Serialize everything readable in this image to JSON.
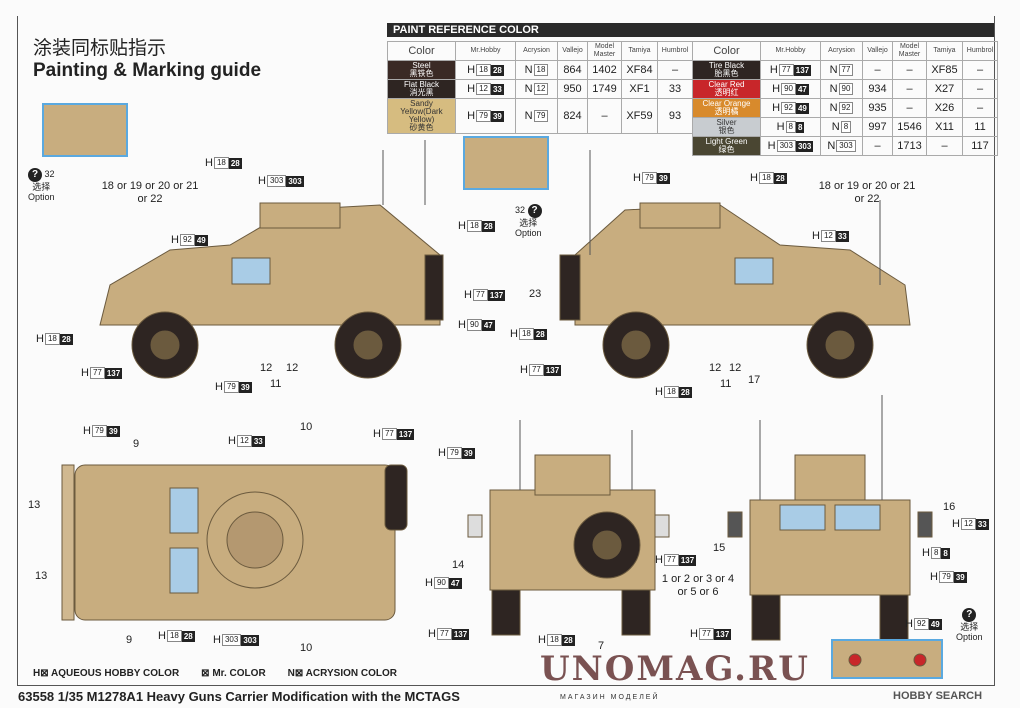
{
  "header": {
    "title_cn": "涂装同标贴指示",
    "title_en": "Painting & Marking guide"
  },
  "paint_table": {
    "title": "PAINT REFERENCE COLOR",
    "columns": [
      "Color",
      "Mr.Hobby",
      "Acrysion",
      "Vallejo",
      "Model Master",
      "Tamiya",
      "Humbrol"
    ],
    "left_rows": [
      {
        "name": "Steel",
        "cn": "黑铁色",
        "swatch": "#3a2a25",
        "h": "18",
        "mr": "28",
        "n": "18",
        "vallejo": "864",
        "mm": "1402",
        "tamiya": "XF84",
        "humbrol": "–"
      },
      {
        "name": "Flat Black",
        "cn": "消光黑",
        "swatch": "#2e2522",
        "h": "12",
        "mr": "33",
        "n": "12",
        "vallejo": "950",
        "mm": "1749",
        "tamiya": "XF1",
        "humbrol": "33"
      },
      {
        "name": "Sandy Yellow(Dark Yellow)",
        "cn": "砂黄色",
        "swatch": "#d6bc80",
        "h": "79",
        "mr": "39",
        "n": "79",
        "vallejo": "824",
        "mm": "–",
        "tamiya": "XF59",
        "humbrol": "93"
      }
    ],
    "right_rows": [
      {
        "name": "Tire Black",
        "cn": "胎黑色",
        "swatch": "#2e2522",
        "h": "77",
        "mr": "137",
        "n": "77",
        "vallejo": "–",
        "mm": "–",
        "tamiya": "XF85",
        "humbrol": "–"
      },
      {
        "name": "Clear Red",
        "cn": "透明红",
        "swatch": "#c8262a",
        "h": "90",
        "mr": "47",
        "n": "90",
        "vallejo": "934",
        "mm": "–",
        "tamiya": "X27",
        "humbrol": "–"
      },
      {
        "name": "Clear Orange",
        "cn": "透明橘",
        "swatch": "#d88a2c",
        "h": "92",
        "mr": "49",
        "n": "92",
        "vallejo": "935",
        "mm": "–",
        "tamiya": "X26",
        "humbrol": "–"
      },
      {
        "name": "Silver",
        "cn": "银色",
        "swatch": "#c8ccd0",
        "h": "8",
        "mr": "8",
        "n": "8",
        "vallejo": "997",
        "mm": "1546",
        "tamiya": "X11",
        "humbrol": "11"
      },
      {
        "name": "Light Green",
        "cn": "绿色",
        "swatch": "#4a4632",
        "h": "303",
        "mr": "303",
        "n": "303",
        "vallejo": "–",
        "mm": "1713",
        "tamiya": "–",
        "humbrol": "117"
      }
    ]
  },
  "callouts": [
    {
      "h": "18",
      "mr": "28"
    },
    {
      "h": "303",
      "mr": "303"
    },
    {
      "h": "92",
      "mr": "49"
    },
    {
      "h": "18",
      "mr": "28"
    },
    {
      "h": "77",
      "mr": "137"
    },
    {
      "h": "90",
      "mr": "47"
    },
    {
      "h": "18",
      "mr": "28"
    },
    {
      "h": "77",
      "mr": "137"
    },
    {
      "h": "79",
      "mr": "39"
    },
    {
      "h": "79",
      "mr": "39"
    },
    {
      "h": "18",
      "mr": "28"
    },
    {
      "h": "12",
      "mr": "33"
    },
    {
      "h": "18",
      "mr": "28"
    },
    {
      "h": "77",
      "mr": "137"
    },
    {
      "h": "18",
      "mr": "28"
    },
    {
      "h": "79",
      "mr": "39"
    },
    {
      "h": "12",
      "mr": "33"
    },
    {
      "h": "77",
      "mr": "137"
    },
    {
      "h": "18",
      "mr": "28"
    },
    {
      "h": "303",
      "mr": "303"
    },
    {
      "h": "79",
      "mr": "39"
    },
    {
      "h": "77",
      "mr": "137"
    },
    {
      "h": "90",
      "mr": "47"
    },
    {
      "h": "77",
      "mr": "137"
    },
    {
      "h": "18",
      "mr": "28"
    },
    {
      "h": "12",
      "mr": "33"
    },
    {
      "h": "8",
      "mr": "8"
    },
    {
      "h": "79",
      "mr": "39"
    },
    {
      "h": "77",
      "mr": "137"
    },
    {
      "h": "92",
      "mr": "49"
    }
  ],
  "labels": {
    "decal_options": "18 or 19 or 20 or 21 or 22",
    "plate_options": "1 or 2 or 3 or 4 or 5 or 6",
    "option_cn": "选择",
    "option_en": "Option",
    "q": "?",
    "n32": "32",
    "n12": "12",
    "n11": "11",
    "n23": "23",
    "n17": "17",
    "n9": "9",
    "n10": "10",
    "n13": "13",
    "n14": "14",
    "n7": "7",
    "n15": "15",
    "n16": "16"
  },
  "legend": {
    "h": "H⊠ AQUEOUS HOBBY COLOR",
    "mr": "⊠ Mr. COLOR",
    "n": "N⊠ ACRYSION COLOR"
  },
  "footer": "63558 1/35 M1278A1 Heavy Guns Carrier Modification with the MCTAGS",
  "watermark": {
    "main": "UNOMAG.RU",
    "sub": "МАГАЗИН МОДЕЛЕЙ",
    "hobby": "HOBBY SEARCH"
  },
  "colors": {
    "tan": "#c8ad7f",
    "tire": "#2e2522",
    "glass": "#a9cce6",
    "detail_frame": "#5aa9e0"
  }
}
